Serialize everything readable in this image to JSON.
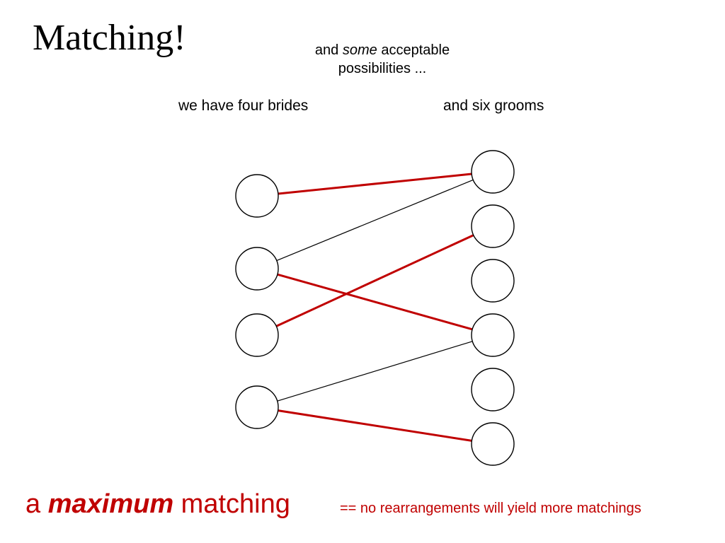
{
  "title": "Matching!",
  "subtitle": {
    "line1_pre": "and ",
    "line1_em": "some",
    "line1_post": " acceptable",
    "line2": "possibilities ..."
  },
  "labels": {
    "brides": "we have four brides",
    "grooms": "and six grooms"
  },
  "graph": {
    "brides": [
      "b1",
      "b2",
      "b3",
      "b4"
    ],
    "grooms": [
      "g1",
      "g2",
      "g3",
      "g4",
      "g5",
      "g6"
    ],
    "edges": [
      {
        "from": "b1",
        "to": "g1",
        "matched": true
      },
      {
        "from": "b2",
        "to": "g1",
        "matched": false
      },
      {
        "from": "b2",
        "to": "g4",
        "matched": true
      },
      {
        "from": "b3",
        "to": "g2",
        "matched": true
      },
      {
        "from": "b4",
        "to": "g4",
        "matched": false
      },
      {
        "from": "b4",
        "to": "g6",
        "matched": true
      }
    ],
    "colors": {
      "matched": "#c00000",
      "unmatched": "#000000",
      "node_stroke": "#000000"
    }
  },
  "caption": {
    "pre": "a ",
    "emph": "maximum",
    "post": " matching"
  },
  "note": "== no rearrangements will yield more matchings"
}
